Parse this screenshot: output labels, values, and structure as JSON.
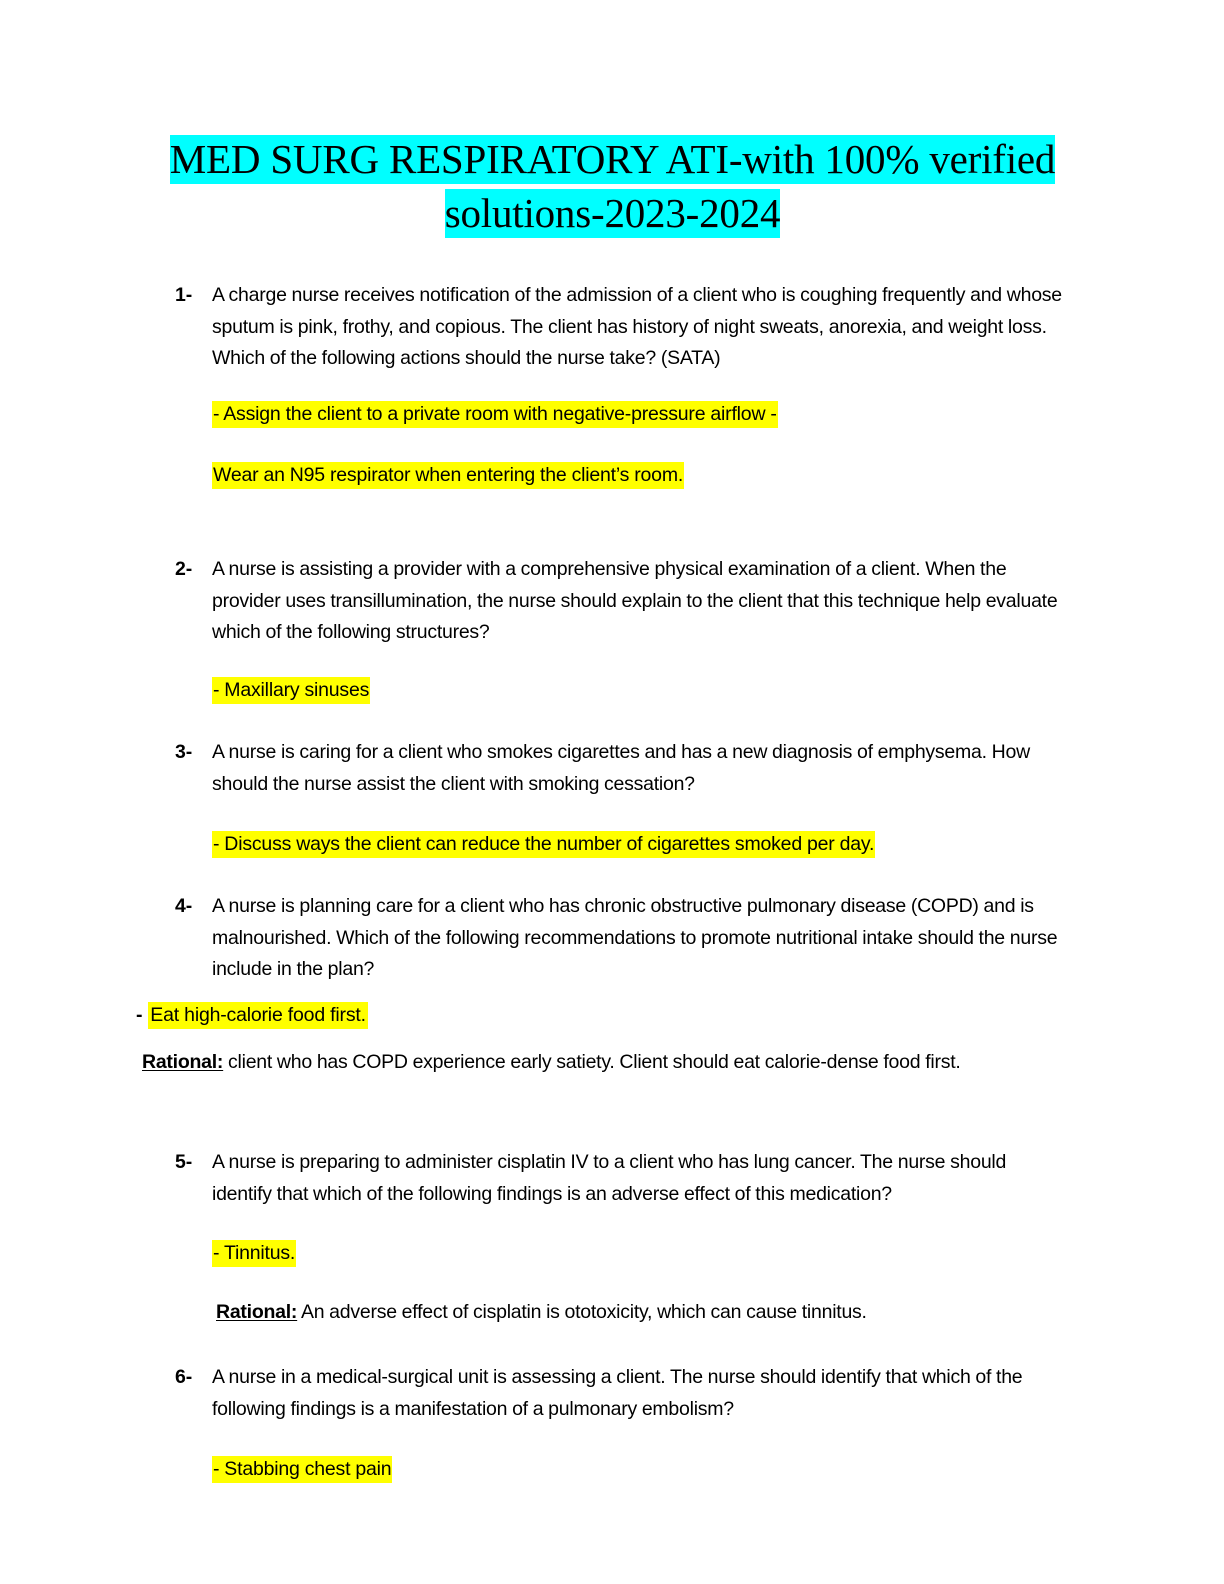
{
  "document": {
    "title_line_1": "MED SURG RESPIRATORY ATI-with 100% verified",
    "title_line_2": "solutions-2023-2024",
    "title_highlight_color": "#00ffff",
    "answer_highlight_color": "#ffff00",
    "page_background": "#ffffff",
    "text_color": "#000000"
  },
  "questions": [
    {
      "number": "1-",
      "prompt": "A charge nurse receives notification of the admission of a client who is coughing frequently and whose sputum is pink, frothy, and copious. The client has history of night sweats, anorexia, and weight loss. Which of the following actions should the nurse take? (SATA)",
      "answers": [
        "- Assign the client to a private room with negative-pressure airflow -",
        "Wear an N95 respirator when entering the client’s room."
      ],
      "rational_label": null,
      "rational_text": null
    },
    {
      "number": "2-",
      "prompt": "A nurse is assisting a provider with a comprehensive physical examination of a client. When the provider uses transillumination, the nurse should explain to the client that this technique help evaluate which of the following structures?",
      "answers": [
        "- Maxillary sinuses"
      ],
      "rational_label": null,
      "rational_text": null
    },
    {
      "number": "3-",
      "prompt": "A nurse is caring for a client who smokes cigarettes and has a new diagnosis of emphysema. How should the nurse assist the client with smoking cessation?",
      "answers": [
        "- Discuss ways the client can reduce the number of cigarettes smoked per day."
      ],
      "rational_label": null,
      "rational_text": null
    },
    {
      "number": "4-",
      "prompt": "A nurse is planning care for a client who has chronic obstructive pulmonary disease (COPD) and is malnourished. Which of the following recommendations to promote nutritional intake should the nurse include in the plan?",
      "answers": [
        "Eat high-calorie food first."
      ],
      "answer_dash": "-",
      "rational_label": "Rational:",
      "rational_text": " client who has COPD experience early satiety. Client should eat calorie-dense food first."
    },
    {
      "number": "5-",
      "prompt": "A nurse is preparing to administer cisplatin IV to a client who has lung cancer. The nurse should identify that which of the following findings is an adverse effect of this medication?",
      "answers": [
        "- Tinnitus."
      ],
      "rational_label": "Rational:",
      "rational_text": " An adverse effect of cisplatin is ototoxicity, which can cause tinnitus."
    },
    {
      "number": "6-",
      "prompt": "A nurse in a medical-surgical unit is assessing a client. The nurse should identify that which of the following findings is a manifestation of a pulmonary embolism?",
      "answers": [
        "- Stabbing chest pain"
      ],
      "rational_label": null,
      "rational_text": null
    }
  ]
}
